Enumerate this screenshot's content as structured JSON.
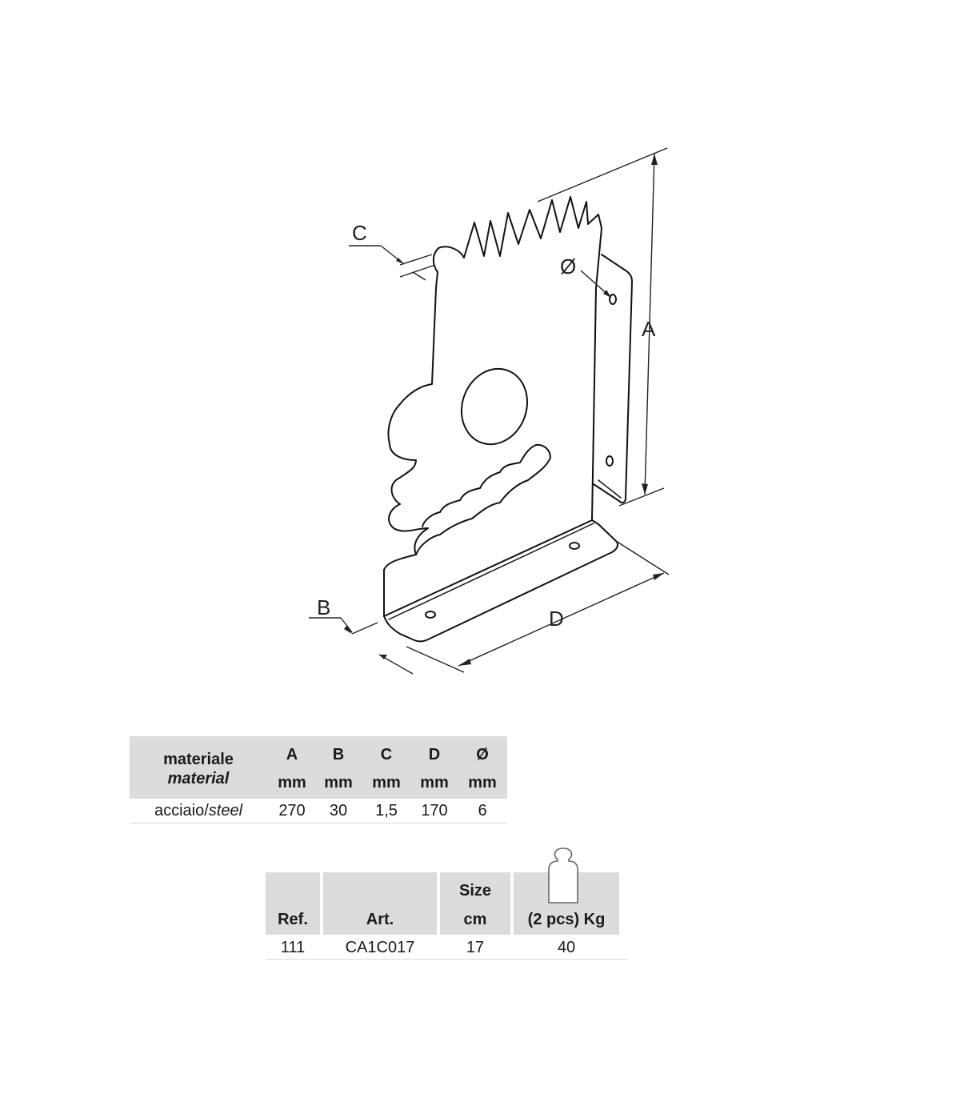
{
  "diagram": {
    "labels": {
      "A": "A",
      "B": "B",
      "C": "C",
      "D": "D",
      "diameter": "Ø"
    }
  },
  "spec_table": {
    "material_it": "materiale",
    "material_en": "material",
    "headers": [
      "A",
      "B",
      "C",
      "D",
      "Ø"
    ],
    "units": [
      "mm",
      "mm",
      "mm",
      "mm",
      "mm"
    ],
    "row": {
      "material_it": "acciaio/",
      "material_en": "steel",
      "values": [
        "270",
        "30",
        "1,5",
        "170",
        "6"
      ]
    }
  },
  "ref_table": {
    "headers": {
      "ref": "Ref.",
      "art": "Art.",
      "size": "Size",
      "size_unit": "cm",
      "weight": "(2 pcs) Kg"
    },
    "row": {
      "ref": "111",
      "art": "CA1C017",
      "size": "17",
      "weight": "40"
    },
    "icon": "weight-icon"
  }
}
